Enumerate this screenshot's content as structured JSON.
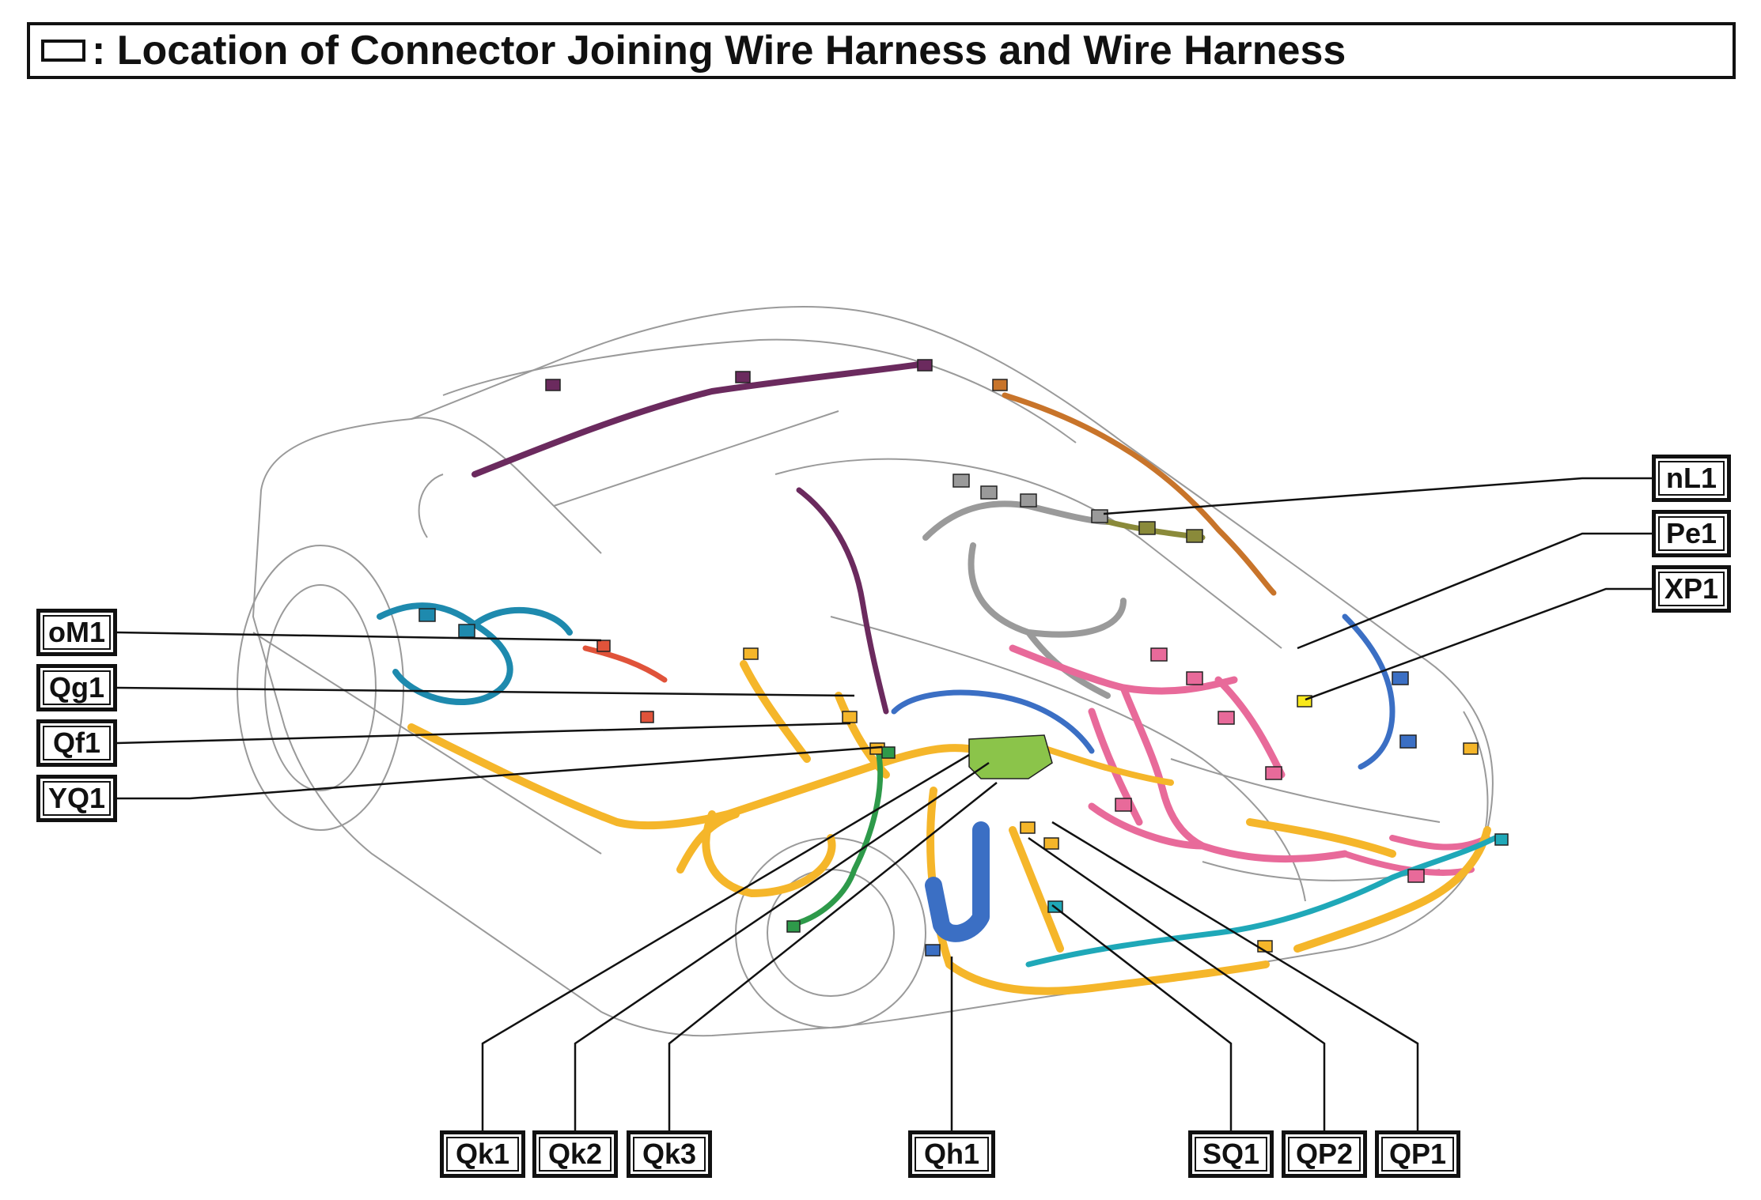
{
  "title": ": Location of Connector Joining Wire Harness and Wire Harness",
  "legend_icon": "connector-box-icon",
  "labels": {
    "nL1": "nL1",
    "Pe1": "Pe1",
    "XP1": "XP1",
    "oM1": "oM1",
    "Qg1": "Qg1",
    "Qf1": "Qf1",
    "YQ1": "YQ1",
    "Qk1": "Qk1",
    "Qk2": "Qk2",
    "Qk3": "Qk3",
    "Qh1": "Qh1",
    "SQ1": "SQ1",
    "QP2": "QP2",
    "QP1": "QP1"
  },
  "harness_colors": {
    "yellow": "#F5B62A",
    "pink": "#E86A9A",
    "purple": "#6B2A5E",
    "orange": "#C8742A",
    "teal": "#1E8AAE",
    "green": "#2E9A4A",
    "blue": "#3B6FC4",
    "gray": "#9A9A9A",
    "olive": "#8A8A3A",
    "lightgreen": "#8BC44A",
    "red": "#E0533A",
    "cyan": "#1FA8B8"
  }
}
